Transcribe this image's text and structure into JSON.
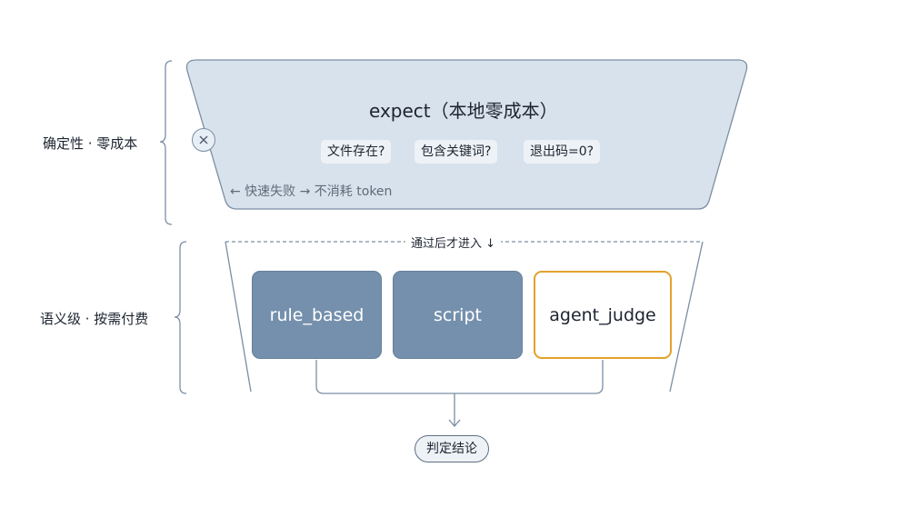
{
  "stage1": {
    "side_label": "确定性 · 零成本",
    "title": "expect（本地零成本）",
    "checks": [
      "文件存在?",
      "包含关键词?",
      "退出码=0?"
    ],
    "fail_note": "← 快速失败 → 不消耗 token",
    "fail_icon": "close-icon"
  },
  "stage2": {
    "side_label": "语义级 · 按需付费",
    "pass_label": "通过后才进入 ↓",
    "methods": [
      "rule_based",
      "script",
      "agent_judge"
    ]
  },
  "verdict": {
    "label": "判定结论"
  },
  "colors": {
    "stage1_fill": "#d8e2ec",
    "stage1_border": "#7b8ea4",
    "method_fill": "#7590ad",
    "highlight_border": "#e3a12c",
    "line": "#7b8ea4"
  }
}
